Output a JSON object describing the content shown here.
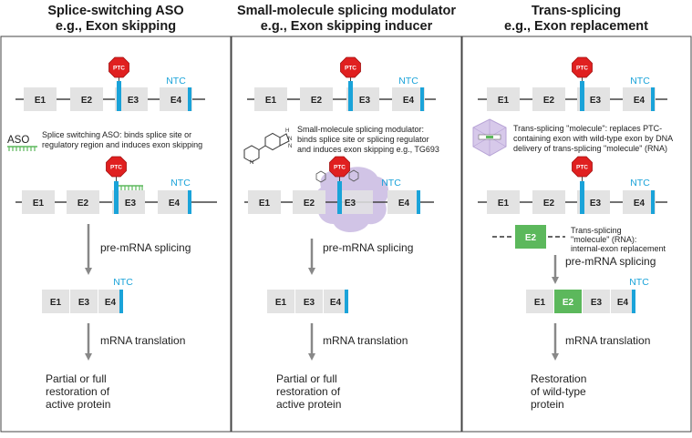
{
  "panels": [
    {
      "title1": "Splice-switching ASO",
      "title2": "e.g., Exon skipping",
      "exons": [
        "E1",
        "E2",
        "E3",
        "E4"
      ],
      "ptc": "PTC",
      "ntc": "NTC",
      "agent_label": "ASO",
      "agent_desc1": "Splice switching ASO: binds splice site or",
      "agent_desc2": "regulatory region and induces exon skipping",
      "step1": "pre-mRNA splicing",
      "mrna_exons": [
        "E1",
        "E3",
        "E4"
      ],
      "step2": "mRNA translation",
      "outcome1": "Partial or full",
      "outcome2": "restoration of",
      "outcome3": "active protein"
    },
    {
      "title1": "Small-molecule splicing modulator",
      "title2": "e.g., Exon skipping inducer",
      "exons": [
        "E1",
        "E2",
        "E3",
        "E4"
      ],
      "ptc": "PTC",
      "ntc": "NTC",
      "agent_desc1": "Small-molecule splicing modulator:",
      "agent_desc2": "binds splice site or splicing regulator",
      "agent_desc3": "and induces exon skipping e.g., TG693",
      "step1": "pre-mRNA splicing",
      "mrna_exons": [
        "E1",
        "E3",
        "E4"
      ],
      "step2": "mRNA translation",
      "outcome1": "Partial or full",
      "outcome2": "restoration of",
      "outcome3": "active protein"
    },
    {
      "title1": "Trans-splicing",
      "title2": "e.g., Exon replacement",
      "exons": [
        "E1",
        "E2",
        "E3",
        "E4"
      ],
      "ptc": "PTC",
      "ntc": "NTC",
      "agent_desc1": "Trans-splicing \"molecule\": replaces PTC-",
      "agent_desc2": "containing exon with wild-type exon by DNA",
      "agent_desc3": "delivery of trans-splicing \"molecule\" (RNA)",
      "replacement_exon": "E2",
      "repl_desc1": "Trans-splicing",
      "repl_desc2": "\"molecule\" (RNA):",
      "repl_desc3": "internal-exon replacement",
      "step1": "pre-mRNA splicing",
      "mrna_exons": [
        "E1",
        "E2",
        "E3",
        "E4"
      ],
      "step2": "mRNA translation",
      "outcome1": "Restoration",
      "outcome2": "of wild-type",
      "outcome3": "protein"
    }
  ],
  "colors": {
    "exon": "#e3e3e3",
    "ptc": "#e02020",
    "ntc": "#1aa3d9",
    "aso": "#5cb85c",
    "replacement": "#5cb85c",
    "modulator": "#b9a4d8",
    "arrow": "#888888"
  }
}
